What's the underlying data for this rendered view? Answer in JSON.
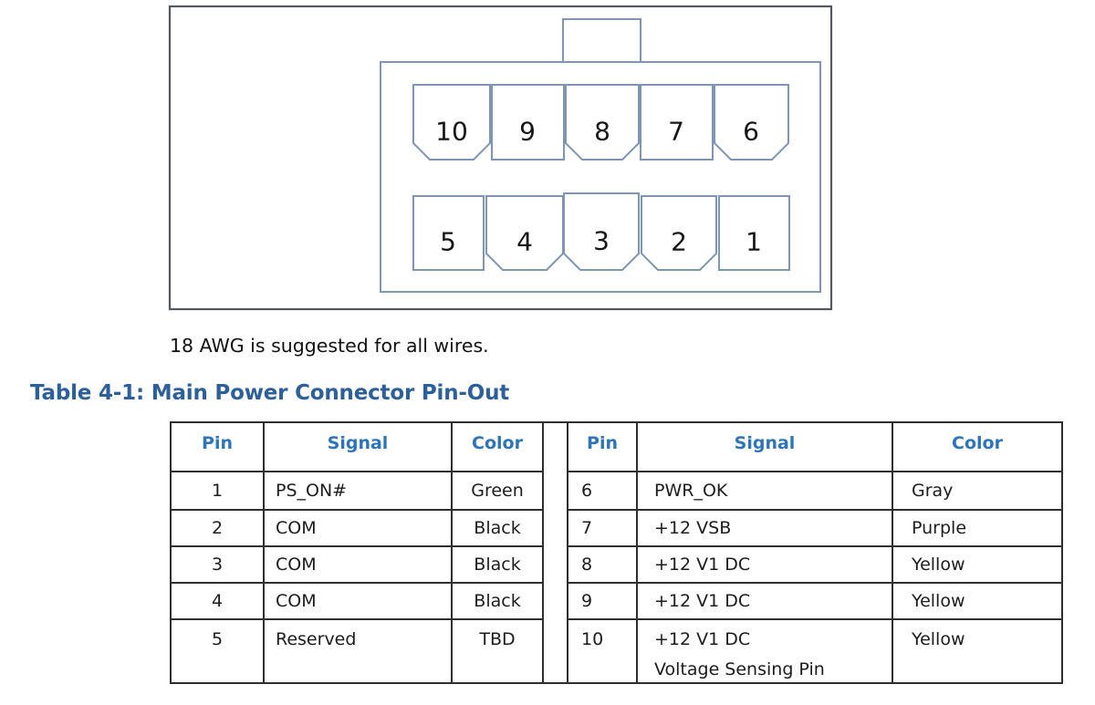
{
  "diagram": {
    "description": "10-pin main power connector, pin cavity layout",
    "top_pins": [
      "10",
      "9",
      "8",
      "7",
      "6"
    ],
    "bottom_pins": [
      "5",
      "4",
      "3",
      "2",
      "1"
    ]
  },
  "note": "18 AWG is suggested for all wires.",
  "table_title": "Table 4-1: Main Power Connector Pin-Out",
  "pinout": {
    "headers": [
      "Pin",
      "Signal",
      "Color"
    ],
    "left_rows": [
      {
        "pin": "1",
        "signal": "PS_ON#",
        "color": "Green"
      },
      {
        "pin": "2",
        "signal": "COM",
        "color": "Black"
      },
      {
        "pin": "3",
        "signal": "COM",
        "color": "Black"
      },
      {
        "pin": "4",
        "signal": "COM",
        "color": "Black"
      },
      {
        "pin": "5",
        "signal": "Reserved",
        "color": "TBD"
      }
    ],
    "right_rows": [
      {
        "pin": "6",
        "signal": "PWR_OK",
        "color": "Gray"
      },
      {
        "pin": "7",
        "signal": "+12 VSB",
        "color": "Purple"
      },
      {
        "pin": "8",
        "signal": "+12 V1 DC",
        "color": "Yellow"
      },
      {
        "pin": "9",
        "signal": "+12 V1 DC",
        "color": "Yellow"
      },
      {
        "pin": "10",
        "signal": "+12 V1 DC",
        "signal_line2": "Voltage Sensing Pin",
        "color": "Yellow"
      }
    ]
  },
  "colors": {
    "title-blue": "#2d5f9b",
    "header-blue": "#2e74b8",
    "pin-outline": "#7e96b4",
    "frame-outline": "#53585f",
    "table-border": "#2e2e2e",
    "text-color": "#1c1c1c"
  }
}
